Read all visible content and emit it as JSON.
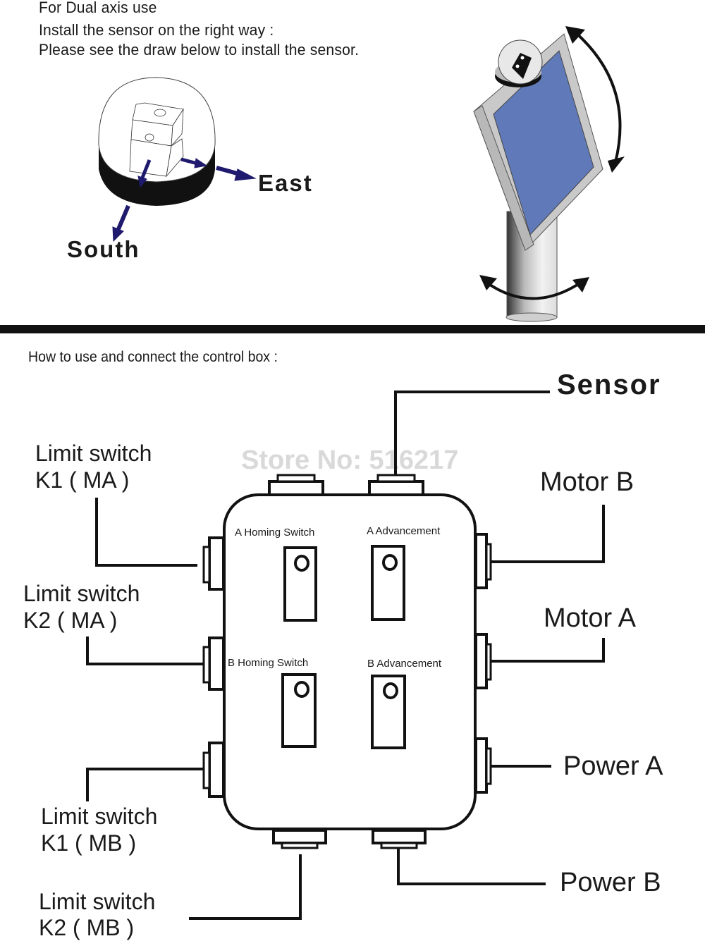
{
  "install_section": {
    "heading": "For Dual axis use",
    "line1": "Install the sensor on the right way :",
    "line2": "Please see the draw below to install the sensor.",
    "sensor_labels": {
      "east": "East",
      "south": "South"
    },
    "colors": {
      "arrow": "#1f1a6e",
      "panel": "#6079b8",
      "frame": "#c9c9c9",
      "sensor_base": "#111111"
    }
  },
  "connect_section": {
    "heading": "How to use and connect the control box :",
    "watermark": "Store No: 516217",
    "box_labels": {
      "a_homing": "A  Homing Switch",
      "a_advancement": "A    Advancement",
      "b_homing": "B Homing Switch",
      "b_advancement": "B   Advancement"
    },
    "connections": {
      "sensor": "Sensor",
      "motor_b": "Motor B",
      "motor_a": "Motor A",
      "power_a": "Power A",
      "power_b": "Power B",
      "limit_k1_ma": [
        "Limit switch",
        "K1 ( MA )"
      ],
      "limit_k2_ma": [
        "Limit switch",
        "K2  ( MA )"
      ],
      "limit_k1_mb": [
        "Limit switch",
        "K1 ( MB )"
      ],
      "limit_k2_mb": [
        "Limit switch",
        "K2  ( MB )"
      ]
    }
  }
}
